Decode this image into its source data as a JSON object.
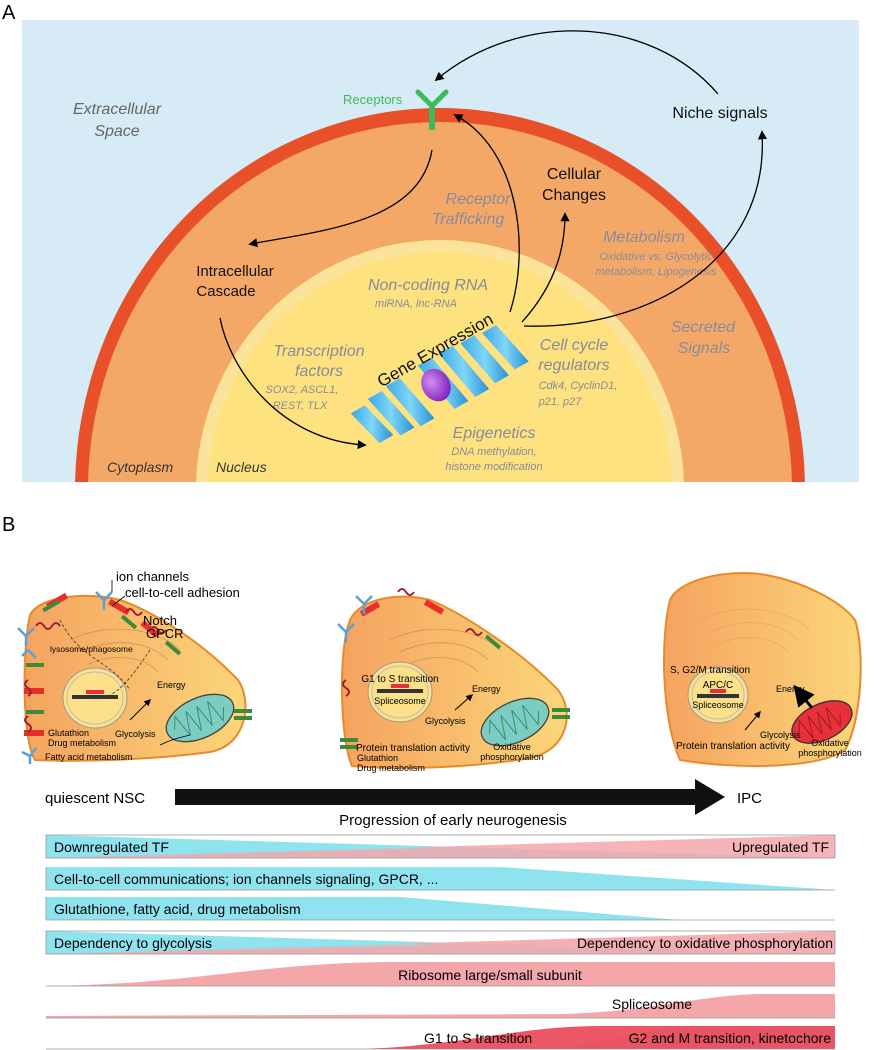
{
  "panelA": {
    "label": "A",
    "extracellular": [
      "Extracellular",
      "Space"
    ],
    "receptors": "Receptors",
    "niche_signals": "Niche signals",
    "cellular_changes": [
      "Cellular",
      "Changes"
    ],
    "receptor_trafficking": [
      "Receptor",
      "Trafficking"
    ],
    "metabolism": "Metabolism",
    "metabolism_sub": [
      "Oxidative vs. Glycolytic",
      "metabolism, Lipogenesis"
    ],
    "intracellular": [
      "Intracellular",
      "Cascade"
    ],
    "noncoding": "Non-coding RNA",
    "noncoding_sub": "miRNA, lnc-RNA",
    "secreted": [
      "Secreted",
      "Signals"
    ],
    "tf": [
      "Transcription",
      "factors"
    ],
    "tf_sub": [
      "SOX2, ASCL1,",
      "REST, TLX"
    ],
    "gene_expression": "Gene Expression",
    "cellcycle": [
      "Cell cycle",
      "regulators"
    ],
    "cellcycle_sub": [
      "Cdk4, CyclinD1,",
      "p21, p27"
    ],
    "epigenetics": "Epigenetics",
    "epigenetics_sub": [
      "DNA methylation,",
      "histone modification"
    ],
    "cytoplasm": "Cytoplasm",
    "nucleus": "Nucleus"
  },
  "panelB": {
    "label": "B",
    "cell1": {
      "ion_channels": "ion channels",
      "adhesion": "cell-to-cell adhesion",
      "notch": "Notch",
      "gpcr": "GPCR",
      "lysosome": "lysosome/phagosome",
      "energy": "Energy",
      "glutathion": "Glutathion",
      "drug": "Drug metabolism",
      "glycolysis": "Glycolysis",
      "fatty": "Fatty acid metabolism"
    },
    "cell2": {
      "g1s": "G1 to S transition",
      "spliceosome": "Spliceosome",
      "energy": "Energy",
      "glycolysis": "Glycolysis",
      "oxphos": [
        "Oxidative",
        "phosphorylation"
      ],
      "protein": "Protein translation activity",
      "glutathion": "Glutathion",
      "drug": "Drug metabolism"
    },
    "cell3": {
      "sg2m": "S, G2/M transition",
      "apcc": "APC/C",
      "spliceosome": "Spliceosome",
      "energy": "Energy",
      "glycolysis": "Glycolysis",
      "oxphos": [
        "Oxidative",
        "phosphorylation"
      ],
      "protein": "Protein translation activity"
    },
    "start": "quiescent NSC",
    "end": "IPC",
    "progression": "Progression of early neurogenesis",
    "bars": [
      {
        "left": "Downregulated TF",
        "right": "Upregulated TF"
      },
      {
        "left": "Cell-to-cell communications; ion channels signaling, GPCR, ...",
        "right": ""
      },
      {
        "left": "Glutathione, fatty acid, drug metabolism",
        "right": ""
      },
      {
        "left": "Dependency to glycolysis",
        "right": "Dependency to oxidative phosphorylation"
      },
      {
        "left": "",
        "right": "Ribosome large/small subunit"
      },
      {
        "left": "",
        "right": "Spliceosome"
      },
      {
        "left": "G1 to S transition",
        "right": "G2 and M transition, kinetochore"
      }
    ]
  },
  "colors": {
    "sky": "#d6ebf6",
    "membrane": "#e8502a",
    "cytoplasm": "#f4a868",
    "nucleus": "#fdde7a",
    "cyan": "#8fe3ef",
    "pink": "#f4a6ab",
    "grey_text": "#8a8a9a"
  }
}
